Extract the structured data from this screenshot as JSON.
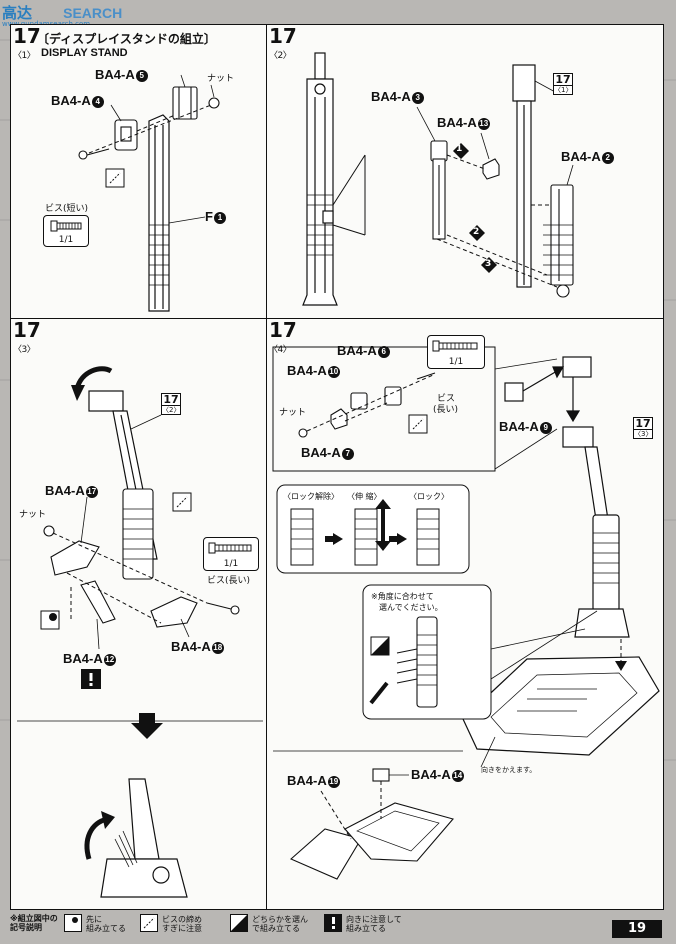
{
  "watermark": {
    "brand_cn": "高达",
    "brand_en": "SEARCH",
    "sub": "www.gundamsearch.com"
  },
  "page_number": "19",
  "title": {
    "jp": "ディスプレイスタンドの組立",
    "en": "DISPLAY STAND"
  },
  "panels": {
    "p1": {
      "step": "17",
      "substep": "〈1〉",
      "labels": {
        "a5": "BA4-A",
        "a5n": "5",
        "a4": "BA4-A",
        "a4n": "4",
        "f1": "F",
        "f1n": "1",
        "nut": "ナット",
        "screw": "ビス(短い)",
        "ratio": "1/1"
      }
    },
    "p2": {
      "step": "17",
      "substep": "〈2〉",
      "labels": {
        "a3": "BA4-A",
        "a3n": "3",
        "a13": "BA4-A",
        "a13n": "13",
        "a2": "BA4-A",
        "a2n": "2",
        "ref": "17",
        "ref_sub": "〈1〉",
        "s1": "1",
        "s2": "2",
        "s3": "3"
      }
    },
    "p3": {
      "step": "17",
      "substep": "〈3〉",
      "labels": {
        "a17": "BA4-A",
        "a17n": "17",
        "a18": "BA4-A",
        "a18n": "18",
        "a12": "BA4-A",
        "a12n": "12",
        "nut": "ナット",
        "screw": "ビス(長い)",
        "ratio": "1/1",
        "ref": "17",
        "ref_sub": "〈2〉"
      }
    },
    "p4": {
      "step": "17",
      "substep": "〈4〉",
      "labels": {
        "a6": "BA4-A",
        "a6n": "6",
        "a10": "BA4-A",
        "a10n": "10",
        "a7": "BA4-A",
        "a7n": "7",
        "a9": "BA4-A",
        "a9n": "9",
        "a19": "BA4-A",
        "a19n": "19",
        "a14": "BA4-A",
        "a14n": "14",
        "nut": "ナット",
        "screw": "ビス",
        "screw2": "(長い)",
        "ratio": "1/1",
        "ref": "17",
        "ref_sub": "〈3〉",
        "lock_release": "〈ロック解除〉",
        "extend": "〈伸 縮〉",
        "lock": "〈ロック〉",
        "angle_note1": "※角度に合わせて",
        "angle_note2": "選んでください。",
        "direction_note": "向きをかえます。"
      }
    }
  },
  "legend": {
    "title1": "※組立図中の",
    "title2": "記号説明",
    "items": [
      {
        "text1": "先に",
        "text2": "組み立てる",
        "icon": "assemble-first-icon"
      },
      {
        "text1": "ビスの締め",
        "text2": "すぎに注意",
        "icon": "screw-caution-icon"
      },
      {
        "text1": "どちらかを選ん",
        "text2": "で組み立てる",
        "icon": "choose-one-icon"
      },
      {
        "text1": "向きに注意して",
        "text2": "組み立てる",
        "icon": "direction-caution-icon"
      }
    ]
  }
}
